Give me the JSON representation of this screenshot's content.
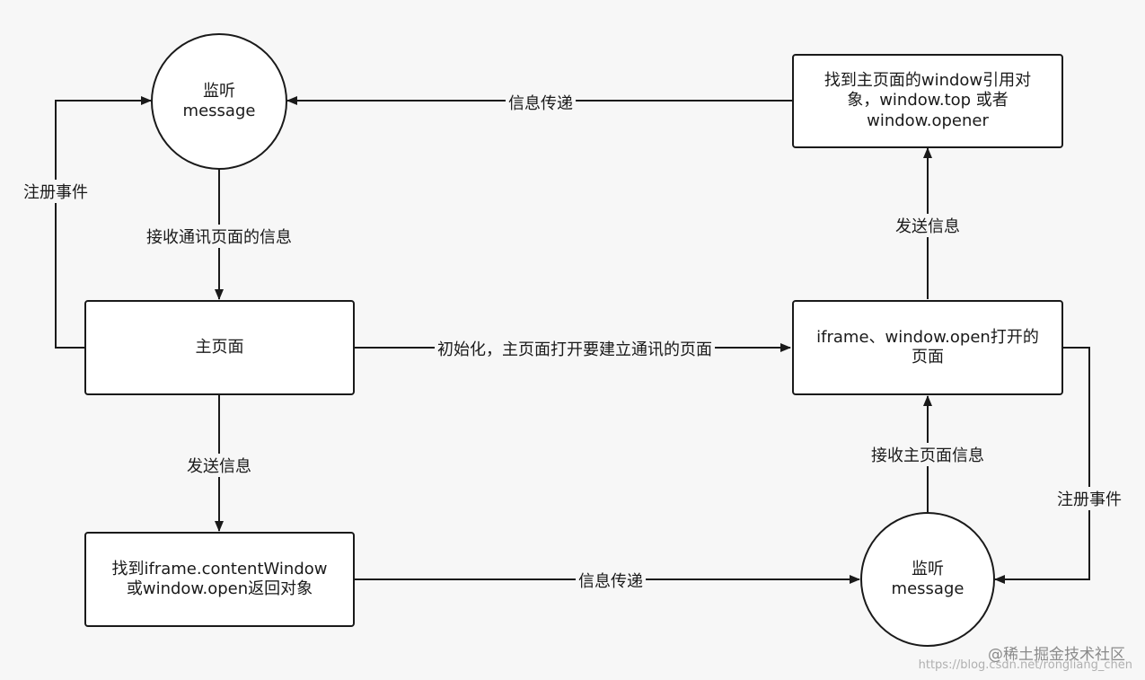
{
  "nodes": {
    "listen_message_left": {
      "line1": "监听",
      "line2": "message"
    },
    "main_page": {
      "label": "主页面"
    },
    "find_content_window": {
      "line1": "找到iframe.contentWindow",
      "line2": "或window.open返回对象"
    },
    "find_window_ref": {
      "line1": "找到主页面的window引用对",
      "line2": "象，window.top 或者",
      "line3": "window.opener"
    },
    "opened_page": {
      "line1": "iframe、window.open打开的",
      "line2": "页面"
    },
    "listen_message_right": {
      "line1": "监听",
      "line2": "message"
    }
  },
  "edges": {
    "register_left": "注册事件",
    "receive_comm_info": "接收通讯页面的信息",
    "init_open": "初始化，主页面打开要建立通讯的页面",
    "send_info_left": "发送信息",
    "transfer_bottom": "信息传递",
    "transfer_top": "信息传递",
    "send_info_right": "发送信息",
    "receive_main_info": "接收主页面信息",
    "register_right": "注册事件"
  },
  "watermark": {
    "brand": "@稀土掘金技术社区",
    "url": "https://blog.csdn.net/rongliang_chen"
  },
  "colors": {
    "stroke": "#1a1a1a",
    "background": "#f7f7f7",
    "node_fill": "#ffffff"
  }
}
